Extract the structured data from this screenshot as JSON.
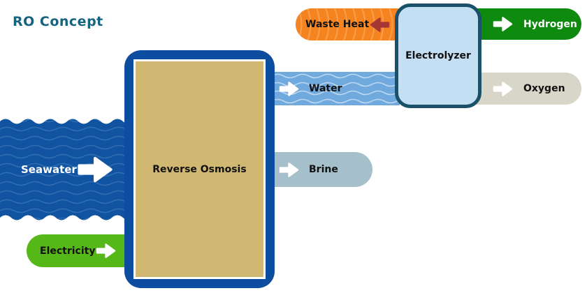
{
  "title": "RO Concept",
  "title_color": "#16637F",
  "nodes": {
    "reverse_osmosis": {
      "label": "Reverse Osmosis",
      "fill": "#D0B873",
      "border": "#0C4DA0"
    },
    "electrolyzer": {
      "label": "Electrolyzer",
      "fill": "#C4DFF4",
      "border": "#1A5068"
    }
  },
  "flows": {
    "seawater": {
      "label": "Seawater",
      "color": "#0F53A1",
      "direction": "right",
      "into": "reverse_osmosis"
    },
    "electricity": {
      "label": "Electricity",
      "color": "#56B818",
      "direction": "right",
      "into": "reverse_osmosis"
    },
    "water": {
      "label": "Water",
      "color": "#6FA9DD",
      "direction": "right",
      "from": "reverse_osmosis",
      "into": "electrolyzer"
    },
    "brine": {
      "label": "Brine",
      "color": "#A6C0CB",
      "direction": "right",
      "from": "reverse_osmosis"
    },
    "waste_heat": {
      "label": "Waste Heat",
      "color": "#F5831F",
      "arrow_color": "#A63734",
      "direction": "left",
      "from": "electrolyzer"
    },
    "hydrogen": {
      "label": "Hydrogen",
      "color": "#0E8A0E",
      "direction": "right",
      "from": "electrolyzer"
    },
    "oxygen": {
      "label": "Oxygen",
      "color": "#D8D5C9",
      "direction": "right",
      "from": "electrolyzer"
    }
  }
}
